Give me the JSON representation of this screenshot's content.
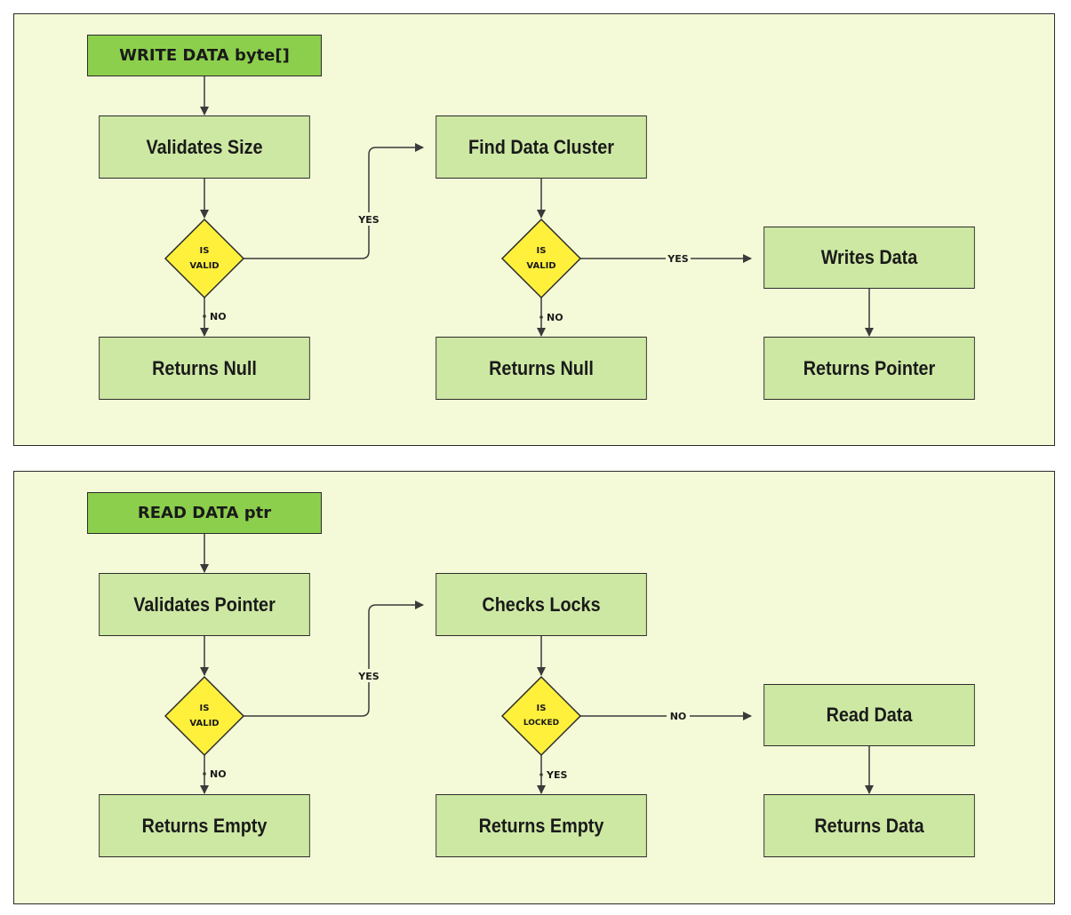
{
  "write": {
    "start": "WRITE DATA byte[]",
    "validate": "Validates Size",
    "decision1": [
      "IS",
      "VALID"
    ],
    "yes1": "YES",
    "no1": "NO",
    "null1": "Returns Null",
    "find": "Find Data Cluster",
    "decision2": [
      "IS",
      "VALID"
    ],
    "yes2": "YES",
    "no2": "NO",
    "null2": "Returns Null",
    "writes": "Writes Data",
    "pointer": "Returns Pointer"
  },
  "read": {
    "start": "READ DATA ptr",
    "validate": "Validates Pointer",
    "decision1": [
      "IS",
      "VALID"
    ],
    "yes1": "YES",
    "no1": "NO",
    "empty1": "Returns Empty",
    "checks": "Checks Locks",
    "decision2": [
      "IS",
      "LOCKED"
    ],
    "no2": "NO",
    "yes2": "YES",
    "empty2": "Returns Empty",
    "readData": "Read Data",
    "returnsData": "Returns Data"
  },
  "colors": {
    "panel": "#f4fad8",
    "box": "#cde8a3",
    "start": "#8ccf4c",
    "decision": "#fff03c",
    "line": "#3a3a3a"
  }
}
